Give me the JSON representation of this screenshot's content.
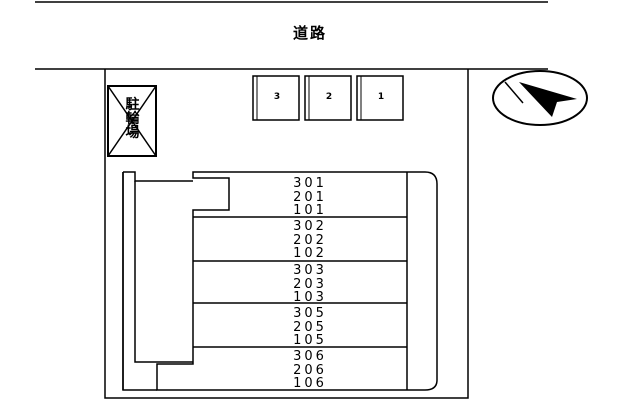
{
  "road": {
    "label": "道路"
  },
  "bicycle_parking": {
    "label_lines": [
      "駐",
      "輪",
      "場"
    ]
  },
  "parking": {
    "spaces": [
      {
        "label": "3"
      },
      {
        "label": "2"
      },
      {
        "label": "1"
      }
    ]
  },
  "building": {
    "units": [
      {
        "lines": [
          "301",
          "201",
          "101"
        ]
      },
      {
        "lines": [
          "302",
          "202",
          "102"
        ]
      },
      {
        "lines": [
          "303",
          "203",
          "103"
        ]
      },
      {
        "lines": [
          "305",
          "205",
          "105"
        ]
      },
      {
        "lines": [
          "306",
          "206",
          "106"
        ]
      }
    ]
  },
  "compass": {
    "icon": "north-arrow-icon"
  }
}
